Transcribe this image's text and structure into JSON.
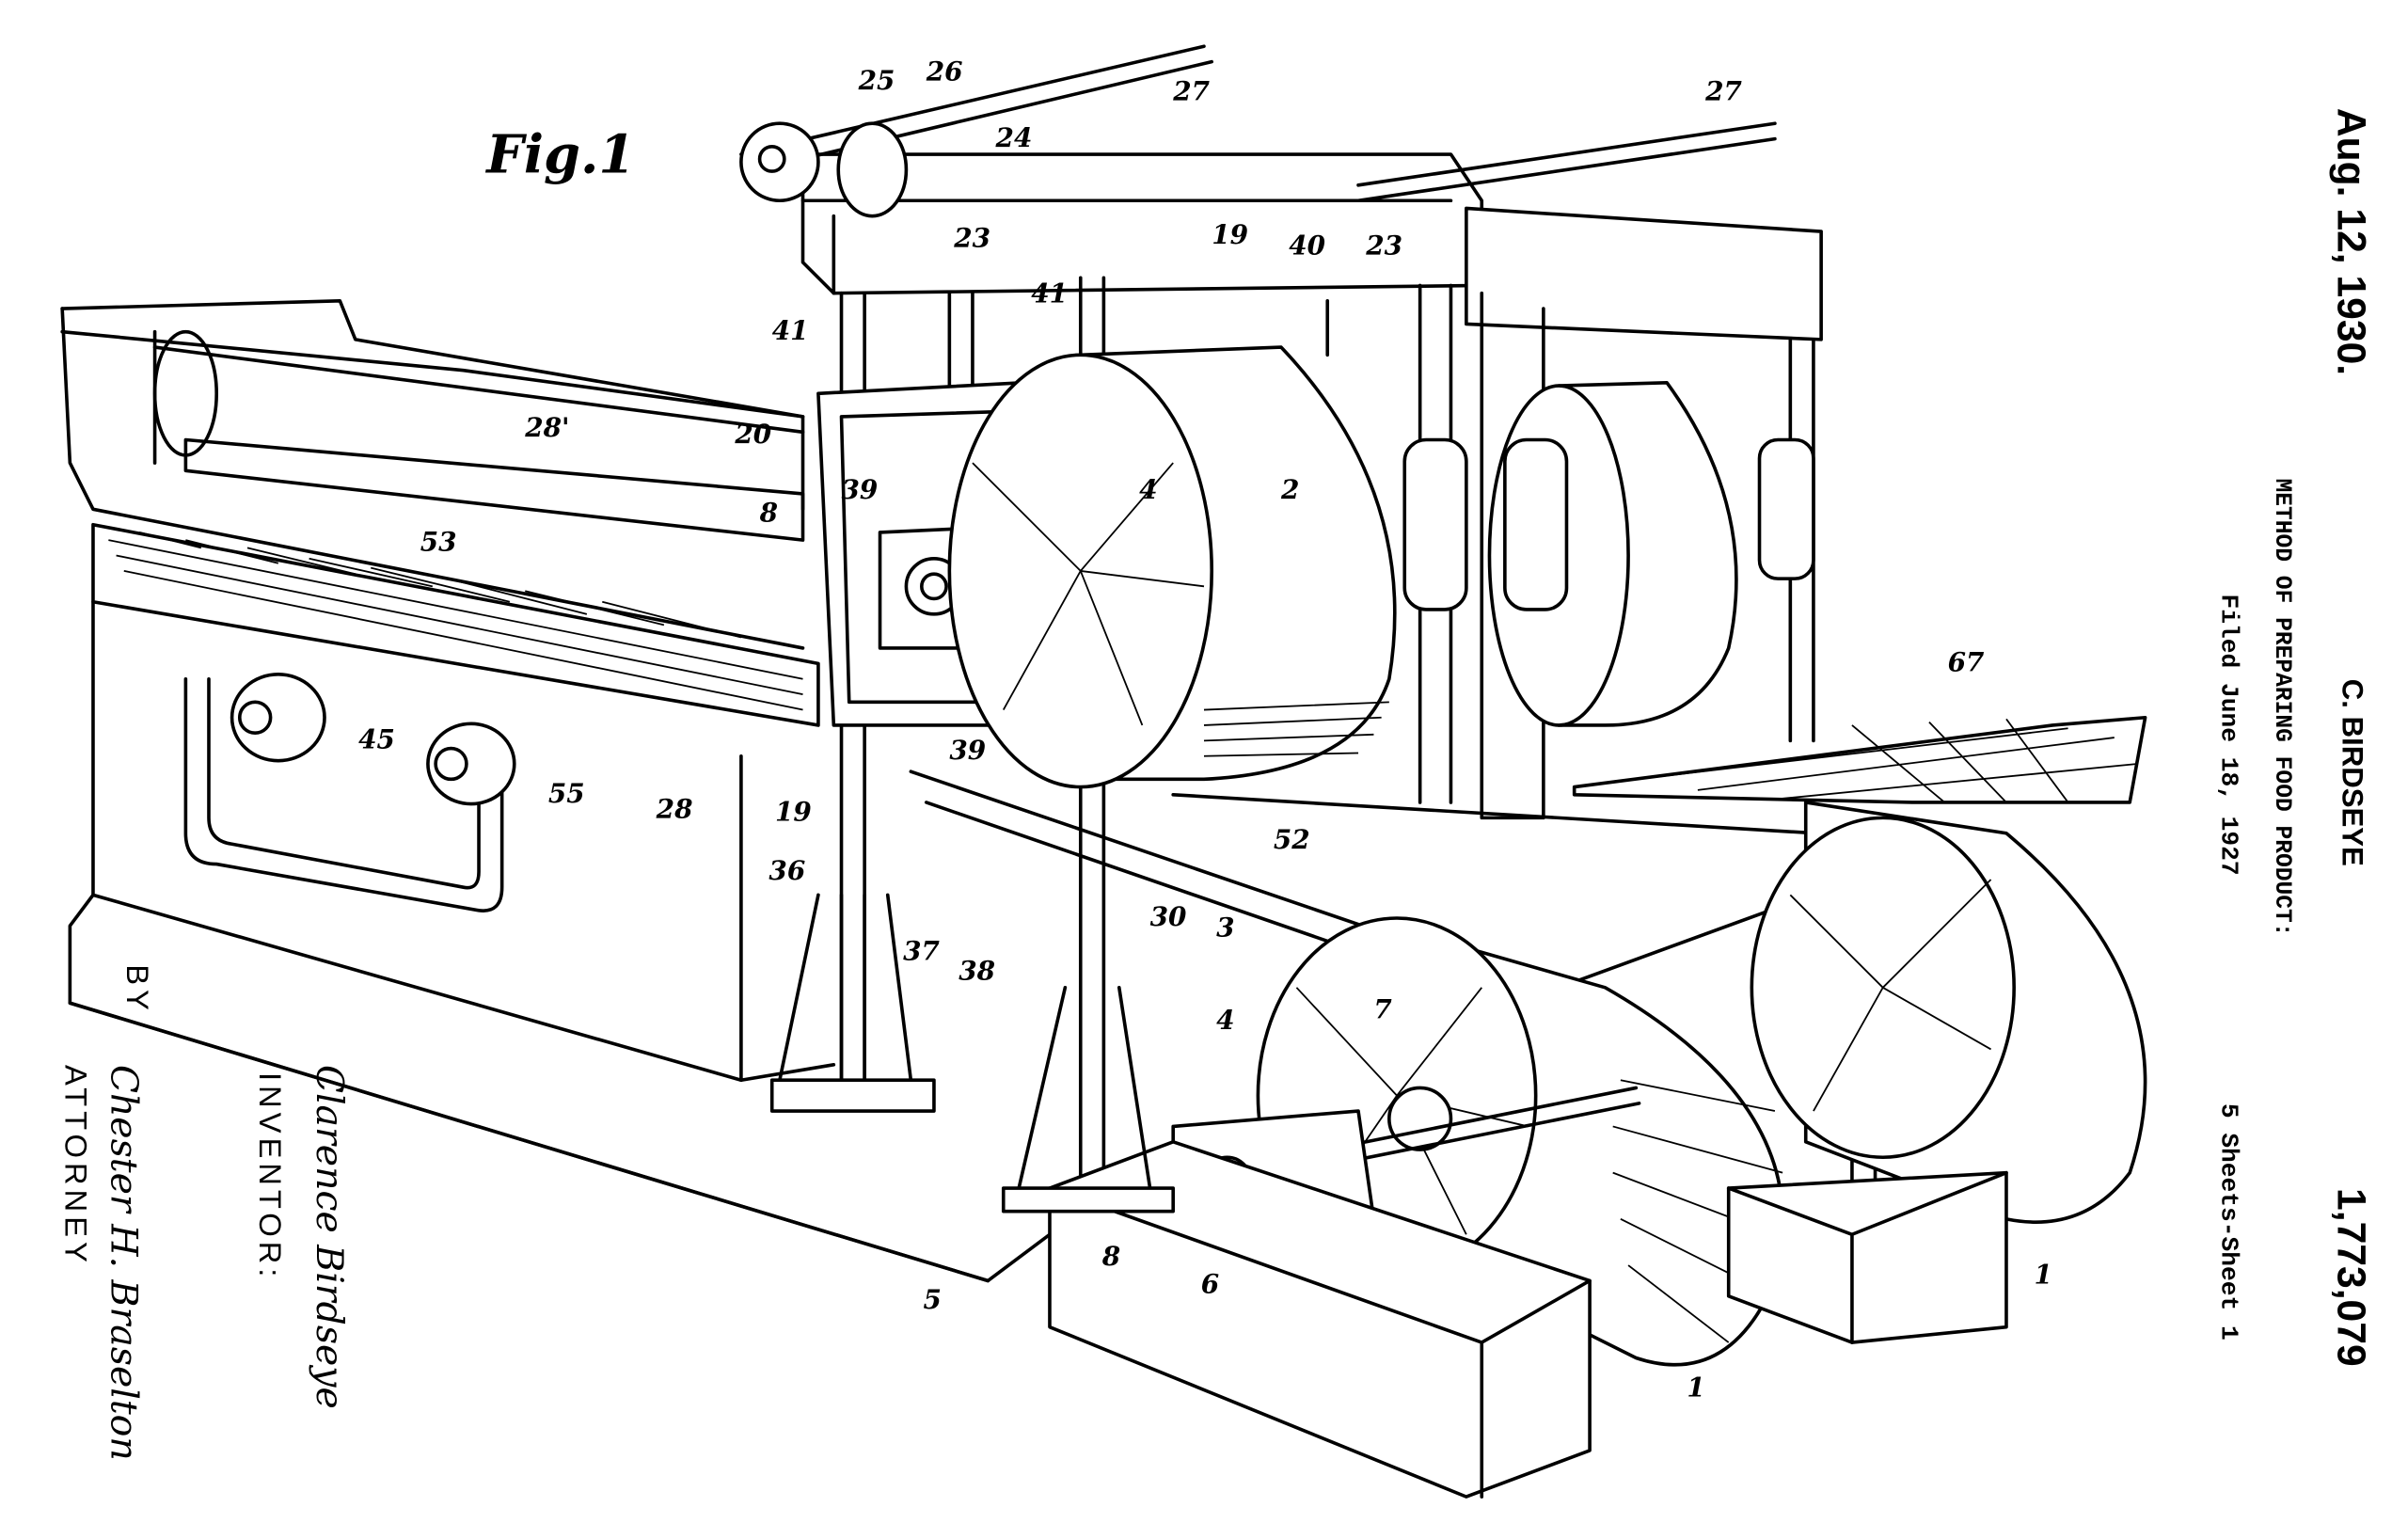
{
  "figure_label": "Fig.1",
  "header": {
    "date": "Aug. 12, 1930.",
    "inventor_name": "C. BIRDSEYE",
    "patent_number": "1,773,079",
    "title": "METHOD OF PREPARING FOOD PRODUCT:",
    "filed": "Filed June 18, 1927",
    "sheets": "5 Sheets-Sheet 1"
  },
  "signatures": {
    "by": "BY",
    "inventor_signature": "Clarence Birdseye",
    "inventor_label": "INVENTOR:",
    "attorney_signature": "Chester H. Braselton",
    "attorney_label": "ATTORNEY"
  },
  "reference_numerals": [
    "27",
    "27",
    "25",
    "26",
    "24",
    "23",
    "19",
    "40",
    "23",
    "41",
    "41",
    "20",
    "28'",
    "2",
    "39",
    "8",
    "4",
    "53",
    "45",
    "55",
    "39",
    "28",
    "19",
    "36",
    "52",
    "30",
    "3",
    "37",
    "38",
    "4",
    "67",
    "7",
    "5",
    "8",
    "6",
    "1",
    "1"
  ]
}
